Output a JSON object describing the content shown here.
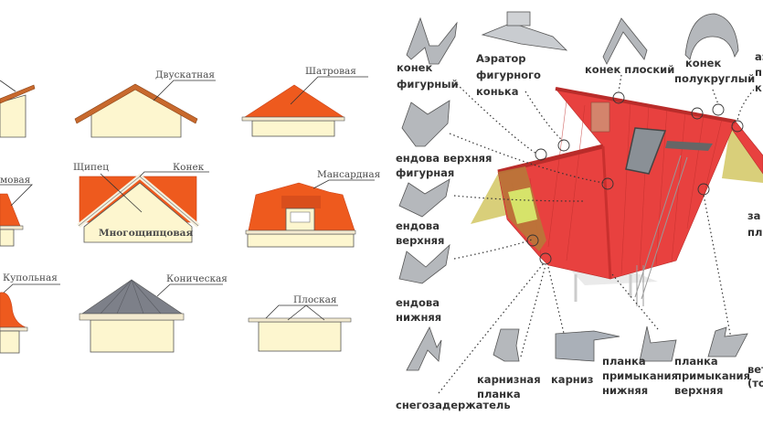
{
  "left_panel": {
    "roof_types": {
      "shed_partial": "",
      "gable": "Двускатная",
      "hip_tent": "Шатровая",
      "hip_partial": "мовая",
      "multi_gable": "Многощипцовая",
      "gable_part": "Щипец",
      "ridge_part": "Конек",
      "mansard": "Мансардная",
      "dome_partial": "Купольная",
      "conical": "Коническая",
      "flat": "Плоская"
    }
  },
  "right_panel": {
    "labels": {
      "ridge_shaped": [
        "конек",
        "фигурный"
      ],
      "aerator": [
        "Аэратор",
        "фигурного",
        "конька"
      ],
      "ridge_flat": "конек плоский",
      "ridge_semicircular": [
        "конек",
        "полукруглый"
      ],
      "right_top_partial": [
        "аэ",
        "п",
        "к"
      ],
      "valley_upper_shaped": [
        "ендова верхняя",
        "фигурная"
      ],
      "valley_upper": [
        "ендова",
        "верхняя"
      ],
      "valley_lower": [
        "ендова",
        "нижняя"
      ],
      "right_mid_partial": [
        "за",
        "пл"
      ],
      "snow_guard": "снегозадержатель",
      "eave_strip": [
        "карнизная",
        "планка"
      ],
      "eave": "карниз",
      "abutment_lower": [
        "планка",
        "примыкания",
        "нижняя"
      ],
      "abutment_upper": [
        "планка",
        "примыкания",
        "верхняя"
      ],
      "right_bottom_partial": [
        "вет",
        "(тор"
      ]
    },
    "colors": {
      "roof": "#e8413f",
      "gable": "#d9cf7a",
      "metal": "#b5b8bc"
    }
  }
}
